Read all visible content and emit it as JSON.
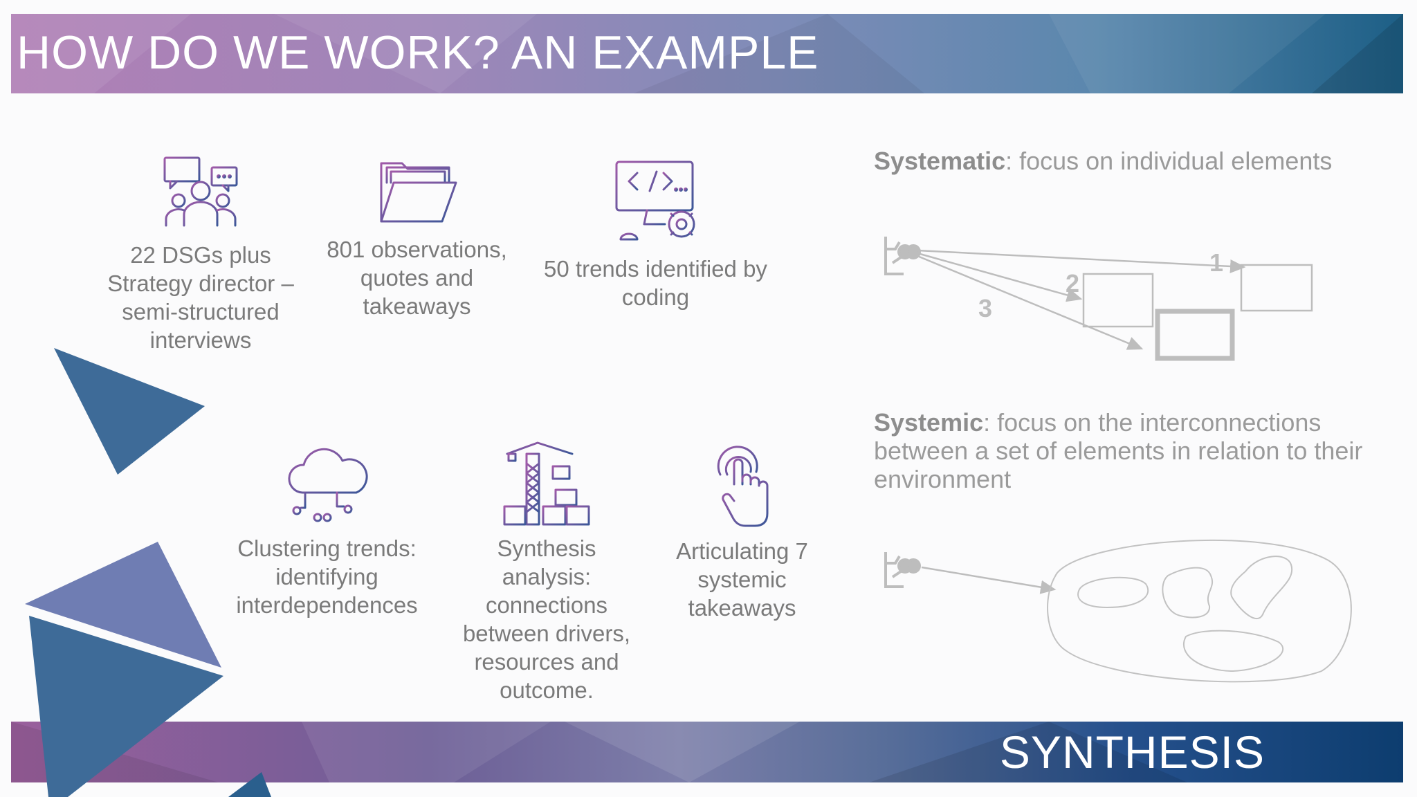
{
  "header": {
    "title": "HOW DO WE WORK? AN EXAMPLE"
  },
  "footer": {
    "section_label": "SYNTHESIS"
  },
  "process_steps": [
    {
      "icon": "people-discussion-icon",
      "text": "22 DSGs plus Strategy director – semi-structured interviews"
    },
    {
      "icon": "folder-icon",
      "text": "801 observations, quotes and takeaways"
    },
    {
      "icon": "computer-code-gear-icon",
      "text": "50 trends identified by coding"
    },
    {
      "icon": "cloud-network-icon",
      "text": "Clustering trends: identifying interdependences"
    },
    {
      "icon": "construction-crane-icon",
      "text": "Synthesis analysis: connections between drivers, resources and outcome."
    },
    {
      "icon": "touch-hand-icon",
      "text": "Articulating 7 systemic takeaways"
    }
  ],
  "concepts": {
    "systematic": {
      "term": "Systematic",
      "description": ": focus on individual elements",
      "diagram_labels": [
        "1",
        "2",
        "3"
      ]
    },
    "systemic": {
      "term": "Systemic",
      "description": ": focus on the interconnections between a set of elements in relation to their environment"
    }
  },
  "colors": {
    "icon_gradient_start": "#a05aa8",
    "icon_gradient_end": "#3b5798",
    "body_text": "#7a7a7a",
    "diagram_gray": "#bdbdbd",
    "triangle_blue": "#3e6b98",
    "triangle_lavender": "#6f7db3"
  }
}
